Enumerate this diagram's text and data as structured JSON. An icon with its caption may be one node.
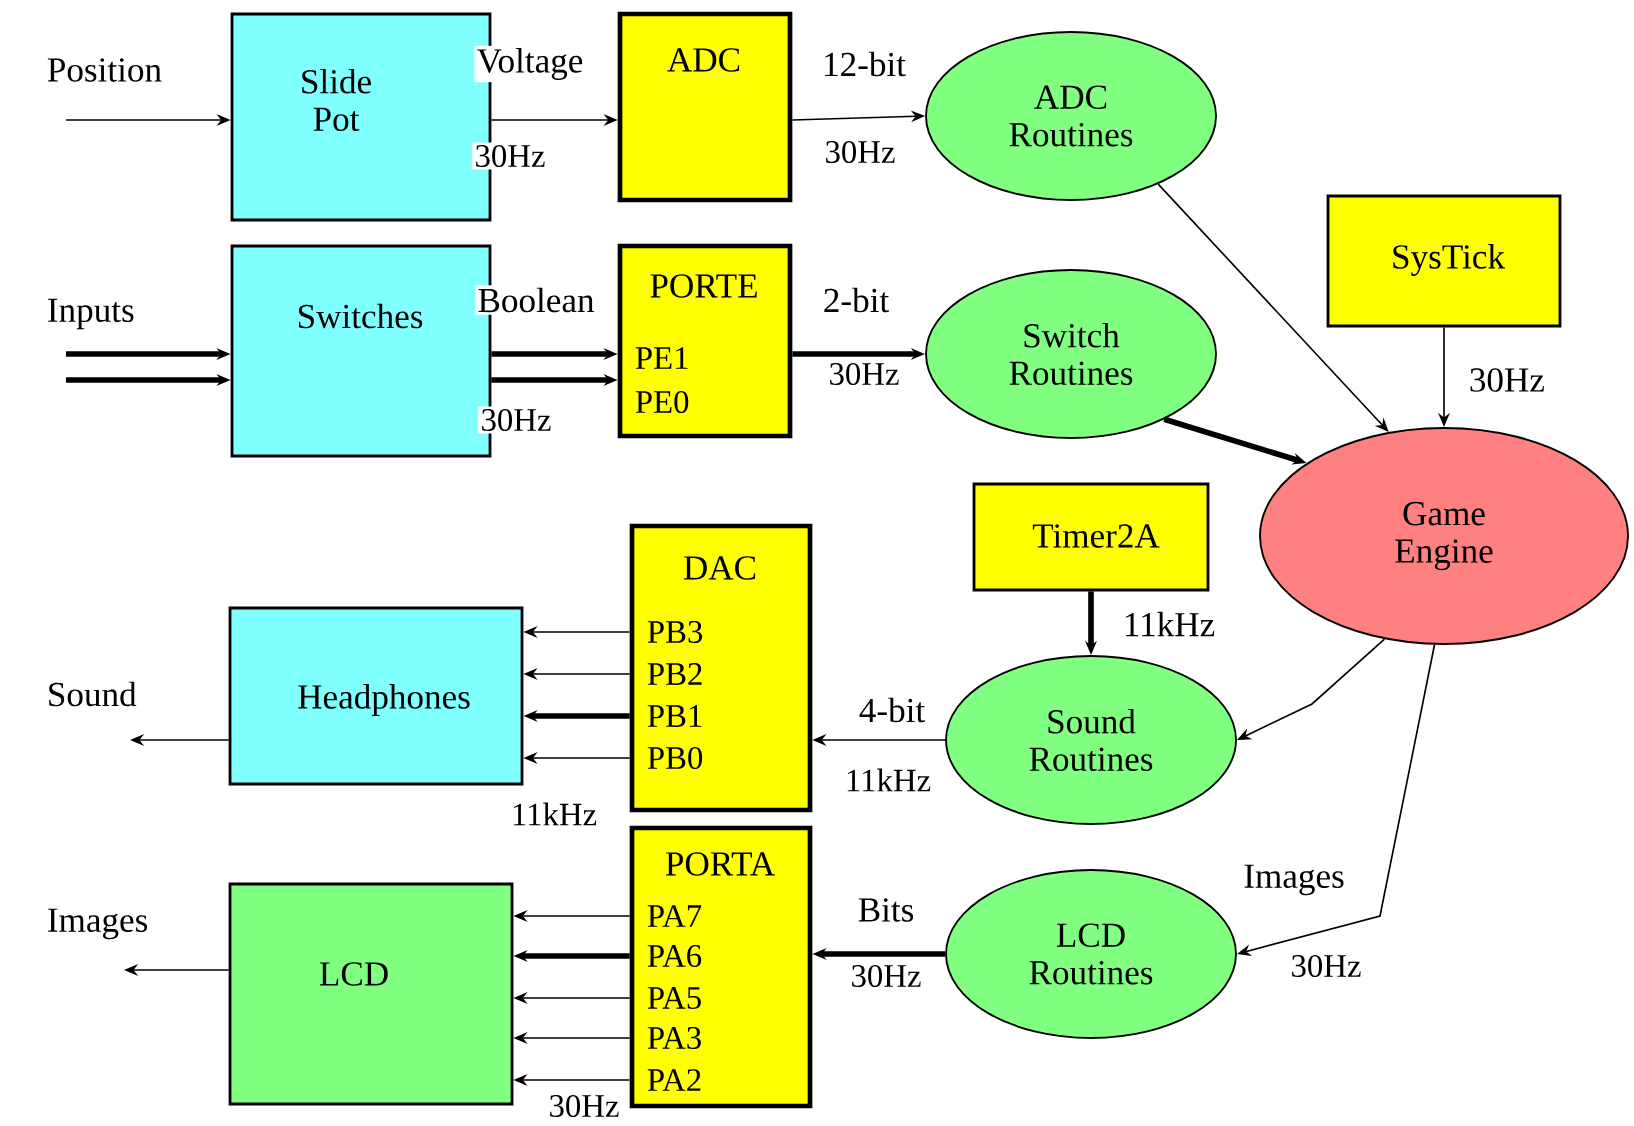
{
  "diagram": {
    "nodes": [
      {
        "text": [
          "Slide Pot"
        ]
      },
      {
        "text": [
          "ADC"
        ]
      },
      {
        "text": [
          "ADC Routines"
        ]
      },
      {
        "text": [
          "Switches"
        ]
      },
      {
        "text": [
          "PORTE",
          "PE1",
          "PE0"
        ]
      },
      {
        "text": [
          "Switch Routines"
        ]
      },
      {
        "text": [
          "SysTick"
        ]
      },
      {
        "text": [
          "Game Engine"
        ]
      },
      {
        "text": [
          "DAC",
          "PB3",
          "PB2",
          "PB1",
          "PB0"
        ]
      },
      {
        "text": [
          "Timer2A"
        ]
      },
      {
        "text": [
          "Headphones"
        ]
      },
      {
        "text": [
          "Sound Routines"
        ]
      },
      {
        "text": [
          "PORTA",
          "PA7",
          "PA6",
          "PA5",
          "PA3",
          "PA2"
        ]
      },
      {
        "text": [
          "LCD"
        ]
      },
      {
        "text": [
          "LCD Routines"
        ]
      }
    ],
    "edges": [
      {
        "from": null,
        "to": 0,
        "arrow": "to",
        "label": "Position"
      },
      {
        "from": 0,
        "to": 1,
        "arrow": "to",
        "label": "Voltage"
      },
      {
        "from": 1,
        "to": 2,
        "arrow": "to",
        "label": "12-bit"
      },
      {
        "from": null,
        "to": 3,
        "arrow": "to",
        "label": "Inputs",
        "style": "thick"
      },
      {
        "from": null,
        "to": 3,
        "arrow": "to",
        "style": "thick"
      },
      {
        "from": 3,
        "to": 4,
        "arrow": "to",
        "label": "Boolean",
        "style": "thick"
      },
      {
        "from": 3,
        "to": 4,
        "arrow": "to",
        "style": "thick"
      },
      {
        "from": 4,
        "to": 5,
        "arrow": "to",
        "label": "2-bit",
        "style": "thick"
      },
      {
        "from": 2,
        "to": 7,
        "arrow": "to"
      },
      {
        "from": 5,
        "to": 7,
        "arrow": "to",
        "style": "thick"
      },
      {
        "from": 6,
        "to": 7,
        "arrow": "to",
        "label": "30Hz"
      },
      {
        "from": 9,
        "to": 11,
        "arrow": "to",
        "label": "11kHz",
        "style": "thick"
      },
      {
        "from": 7,
        "to": 11,
        "arrow": "to"
      },
      {
        "from": 7,
        "to": 14,
        "arrow": "to",
        "label": "Images"
      },
      {
        "from": 11,
        "to": 8,
        "arrow": "to",
        "label": "4-bit"
      },
      {
        "from": 8,
        "to": 10,
        "arrow": "to"
      },
      {
        "from": 8,
        "to": 10,
        "arrow": "to"
      },
      {
        "from": 8,
        "to": 10,
        "arrow": "to",
        "style": "thick"
      },
      {
        "from": 8,
        "to": 10,
        "arrow": "to"
      },
      {
        "from": 10,
        "to": null,
        "arrow": "to",
        "label": "Sound"
      },
      {
        "from": 14,
        "to": 12,
        "arrow": "to",
        "label": "Bits",
        "style": "thick"
      },
      {
        "from": 12,
        "to": 13,
        "arrow": "to"
      },
      {
        "from": 12,
        "to": 13,
        "arrow": "to",
        "style": "thick"
      },
      {
        "from": 12,
        "to": 13,
        "arrow": "to"
      },
      {
        "from": 12,
        "to": 13,
        "arrow": "to"
      },
      {
        "from": 12,
        "to": 13,
        "arrow": "to"
      },
      {
        "from": 13,
        "to": null,
        "arrow": "to",
        "label": "Images"
      }
    ],
    "labels": [
      "30Hz",
      "30Hz",
      "30Hz",
      "30Hz",
      "11kHz",
      "11kHz",
      "30Hz",
      "30Hz",
      "30Hz"
    ]
  }
}
